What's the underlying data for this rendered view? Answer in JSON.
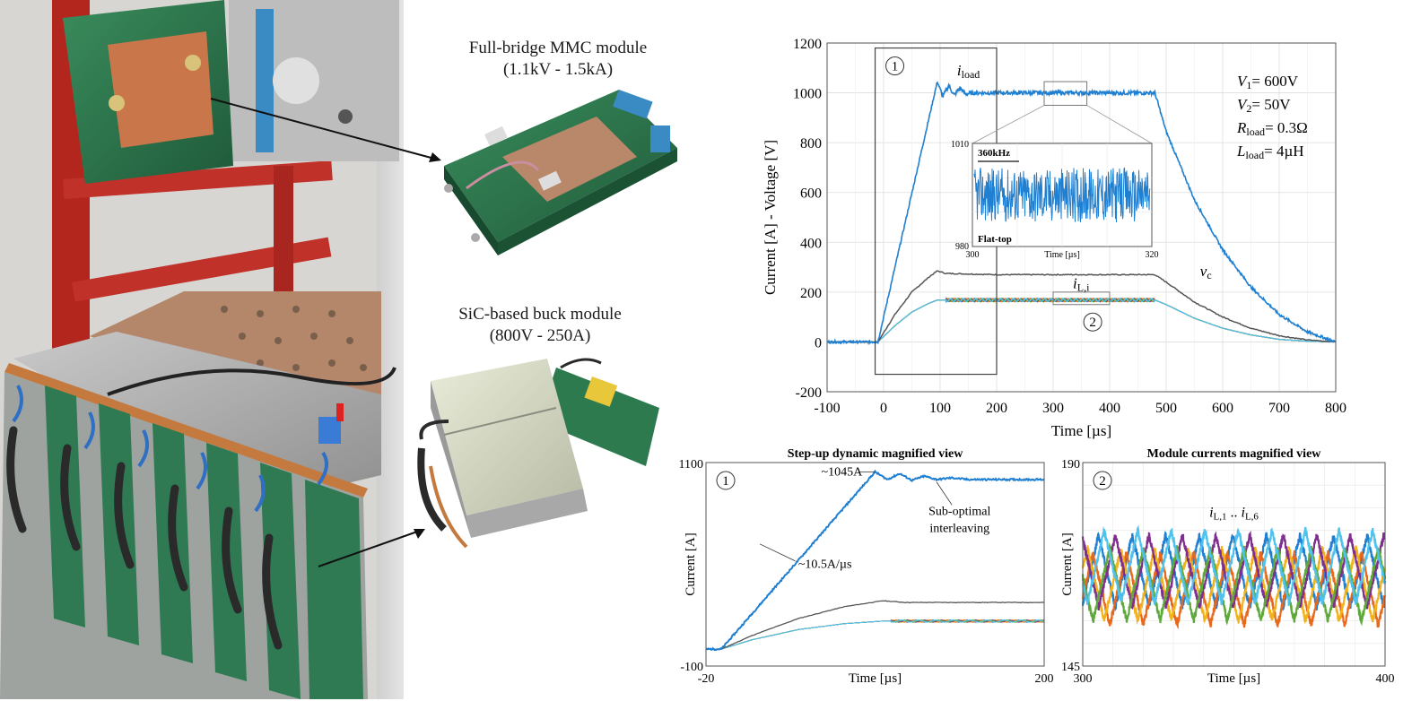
{
  "photo": {
    "labels": [
      {
        "title": "Full-bridge MMC module",
        "rating": "(1.1kV - 1.5kA)"
      },
      {
        "title": "SiC-based buck module",
        "rating": "(800V - 250A)"
      }
    ]
  },
  "colors": {
    "load": "#1f7fd1",
    "vc": "#555555",
    "il_series": [
      "#1f7fd1",
      "#e8681c",
      "#f2b21a",
      "#7e2f8e",
      "#5fa93a",
      "#4fc3ee"
    ],
    "frame": "#666666",
    "grid": "#dddddd"
  },
  "chart_data": [
    {
      "id": "main",
      "type": "line",
      "xlabel": "Time [µs]",
      "ylabel": "Current [A] - Voltage [V]",
      "xlim": [
        -100,
        800
      ],
      "ylim": [
        -200,
        1200
      ],
      "xticks": [
        -100,
        0,
        100,
        200,
        300,
        400,
        500,
        600,
        700,
        800
      ],
      "yticks": [
        -200,
        0,
        200,
        400,
        600,
        800,
        1000,
        1200
      ],
      "grid": true,
      "series": [
        {
          "label_main": "i",
          "label_sub": "load",
          "color": "#1f7fd1",
          "x": [
            -100,
            -10,
            95,
            105,
            115,
            125,
            135,
            145,
            160,
            200,
            300,
            400,
            480,
            500,
            550,
            600,
            650,
            700,
            750,
            800
          ],
          "y": [
            0,
            0,
            1045,
            985,
            1030,
            990,
            1020,
            995,
            1000,
            1000,
            1000,
            1000,
            1000,
            845,
            570,
            370,
            220,
            110,
            40,
            0
          ]
        },
        {
          "label_main": "v",
          "label_sub": "c",
          "color": "#555555",
          "x": [
            -100,
            -10,
            20,
            50,
            80,
            95,
            110,
            200,
            300,
            400,
            480,
            500,
            550,
            600,
            650,
            700,
            750,
            800
          ],
          "y": [
            0,
            0,
            110,
            200,
            260,
            285,
            275,
            270,
            270,
            270,
            270,
            240,
            160,
            100,
            55,
            25,
            8,
            0
          ]
        },
        {
          "label_main": "i",
          "label_sub": "L,i",
          "color": "#4fc3ee",
          "x": [
            -100,
            -10,
            20,
            50,
            80,
            95,
            110,
            200,
            300,
            400,
            480,
            500,
            550,
            600,
            650,
            700,
            750,
            800
          ],
          "y": [
            0,
            0,
            65,
            120,
            155,
            168,
            168,
            168,
            168,
            168,
            168,
            150,
            95,
            55,
            28,
            10,
            3,
            0
          ]
        }
      ],
      "inset_box": {
        "x": [
          -15,
          200
        ],
        "y": [
          -130,
          1180
        ],
        "marker": "1"
      },
      "zoom_box": {
        "x": [
          300,
          320
        ],
        "y": [
          980,
          1010
        ]
      },
      "marker2": {
        "label": "2",
        "x": 370,
        "y": 80
      },
      "annotations": [
        {
          "lines": [
            {
              "main": "V",
              "sub": "1",
              "rest": "= 600V"
            },
            {
              "main": "V",
              "sub": "2",
              "rest": "= 50V"
            },
            {
              "main": "R",
              "sub": "load",
              "rest": "= 0.3Ω"
            },
            {
              "main": "L",
              "sub": "load",
              "rest": "= 4µH"
            }
          ]
        }
      ],
      "inset": {
        "xlim": [
          300,
          320
        ],
        "ylim": [
          980,
          1010
        ],
        "xticks": [
          300,
          320
        ],
        "yticks": [
          980,
          1010
        ],
        "xlabel": "Time [µs]",
        "label_top": "360kHz",
        "label_bottom": "Flat-top",
        "center": 995,
        "amplitude": 8
      }
    },
    {
      "id": "step-up",
      "type": "line",
      "title": "Step-up dynamic magnified view",
      "marker": "1",
      "xlabel": "Time [µs]",
      "ylabel": "Current [A]",
      "xlim": [
        -20,
        200
      ],
      "ylim": [
        -100,
        1100
      ],
      "xtick_labels": [
        "-20",
        "200"
      ],
      "ytick_labels": [
        "-100",
        "1100"
      ],
      "grid": false,
      "series": [
        {
          "name": "i_load",
          "color": "#1f7fd1",
          "x": [
            -20,
            -10,
            90,
            98,
            106,
            114,
            122,
            130,
            140,
            150,
            170,
            200
          ],
          "y": [
            0,
            0,
            1045,
            1000,
            1035,
            995,
            1020,
            1000,
            1010,
            1000,
            1000,
            1000
          ]
        },
        {
          "name": "v_c",
          "color": "#555555",
          "x": [
            -20,
            -10,
            10,
            40,
            70,
            95,
            110,
            200
          ],
          "y": [
            0,
            0,
            80,
            180,
            250,
            285,
            275,
            275
          ]
        },
        {
          "name": "i_L",
          "color": "#4fc3ee",
          "x": [
            -20,
            -10,
            10,
            40,
            70,
            95,
            110,
            200
          ],
          "y": [
            0,
            0,
            55,
            115,
            150,
            165,
            165,
            165
          ]
        }
      ],
      "annotations": [
        {
          "text": "~1045A"
        },
        {
          "text": "~10.5A/µs"
        },
        {
          "lines": [
            "Sub-optimal",
            "interleaving"
          ]
        }
      ]
    },
    {
      "id": "module-currents",
      "type": "line",
      "title": "Module currents magnified view",
      "marker": "2",
      "xlabel": "Time [µs]",
      "ylabel": "Current [A]",
      "xlim": [
        300,
        400
      ],
      "ylim": [
        145,
        190
      ],
      "xtick_labels": [
        "300",
        "400"
      ],
      "ytick_labels": [
        "145",
        "190"
      ],
      "grid": true,
      "label": {
        "main1": "i",
        "sub1": "L,1",
        "sep": " .. ",
        "main2": "i",
        "sub2": "L,6"
      },
      "series": [
        {
          "name": "i_L,1",
          "color": "#1f7fd1",
          "mean": 166,
          "amplitude": 8,
          "period": 11.1,
          "phase": 0.0
        },
        {
          "name": "i_L,2",
          "color": "#e8681c",
          "mean": 162,
          "amplitude": 8,
          "period": 11.1,
          "phase": 0.1667
        },
        {
          "name": "i_L,3",
          "color": "#f2b21a",
          "mean": 163,
          "amplitude": 8,
          "period": 11.1,
          "phase": 0.3333
        },
        {
          "name": "i_L,4",
          "color": "#7e2f8e",
          "mean": 166,
          "amplitude": 8,
          "period": 11.1,
          "phase": 0.5
        },
        {
          "name": "i_L,5",
          "color": "#5fa93a",
          "mean": 163,
          "amplitude": 8,
          "period": 11.1,
          "phase": 0.6667
        },
        {
          "name": "i_L,6",
          "color": "#4fc3ee",
          "mean": 167,
          "amplitude": 8,
          "period": 11.1,
          "phase": 0.8333
        }
      ]
    }
  ]
}
